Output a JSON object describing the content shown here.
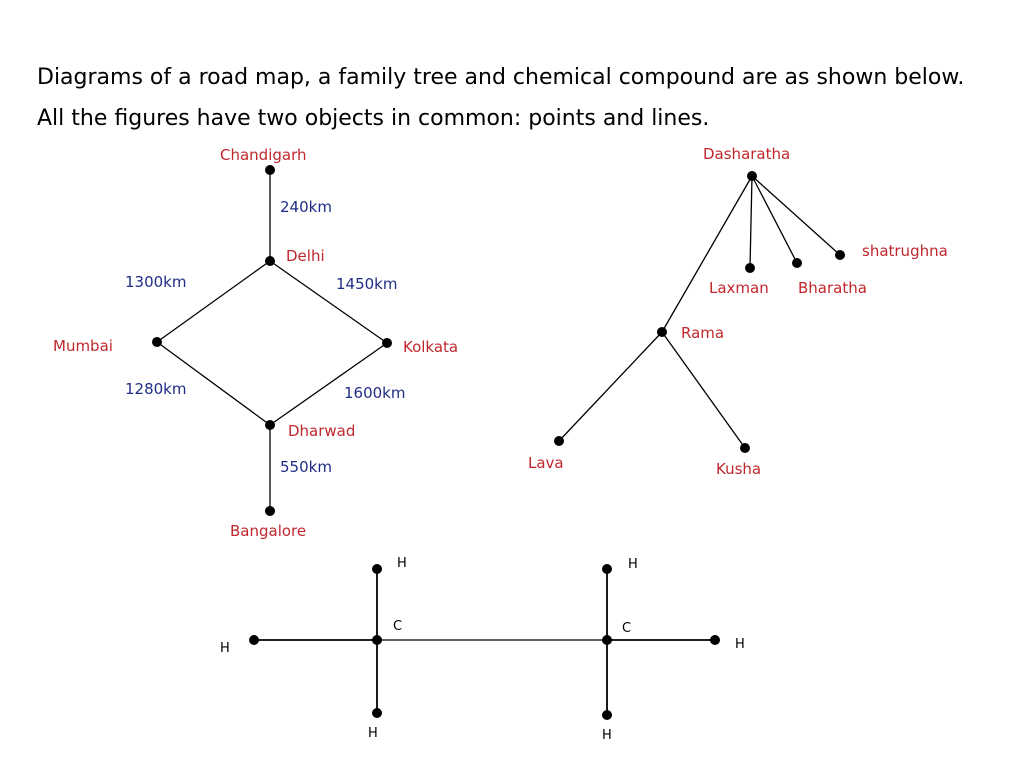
{
  "intro_text": "Diagrams of a road map, a family tree and chemical compound are as shown below. All the figures have  two objects in common: points and lines.",
  "colors": {
    "place_label": "#c0272d",
    "distance_label": "#1f2d86",
    "atom_label": "#000000",
    "lines": "#000000"
  },
  "road_map": {
    "cities": {
      "chandigarh": "Chandigarh",
      "delhi": "Delhi",
      "mumbai": "Mumbai",
      "kolkata": "Kolkata",
      "dharwad": "Dharwad",
      "bangalore": "Bangalore"
    },
    "distances": {
      "chandigarh_delhi": "240km",
      "delhi_mumbai": "1300km",
      "delhi_kolkata": "1450km",
      "mumbai_dharwad": "1280km",
      "kolkata_dharwad": "1600km",
      "dharwad_bangalore": "550km"
    }
  },
  "family_tree": {
    "dasharatha": "Dasharatha",
    "shatrughna": "shatrughna",
    "laxman": "Laxman",
    "bharatha": "Bharatha",
    "rama": "Rama",
    "lava": "Lava",
    "kusha": "Kusha"
  },
  "compound": {
    "carbon_label": "C",
    "hydrogen_label": "H"
  }
}
